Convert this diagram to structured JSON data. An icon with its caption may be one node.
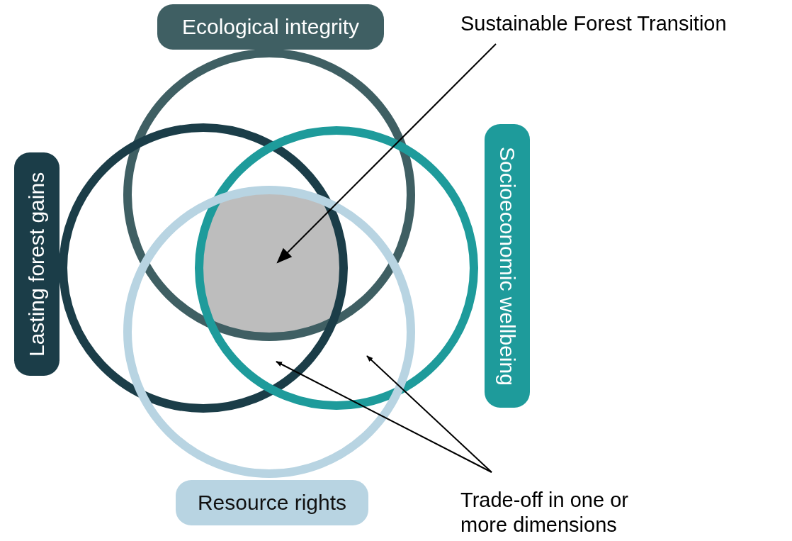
{
  "diagram": {
    "nodes": [
      {
        "text": [
          "Ecological integrity"
        ]
      },
      {
        "text": [
          "Lasting forest gains"
        ]
      },
      {
        "text": [
          "Socioeconomic wellbeing"
        ]
      },
      {
        "text": [
          "Resource rights"
        ]
      },
      {
        "text": [
          "Sustainable Forest Transition"
        ]
      },
      {
        "text": [],
        "shape": "box"
      },
      {
        "text": [
          "Trade-off in one or more dimensions"
        ]
      }
    ],
    "edges": [
      {
        "from": 4,
        "to": 5,
        "arrow": "to"
      },
      {
        "from": 6,
        "to": null,
        "arrow": "to"
      },
      {
        "from": 6,
        "to": null,
        "arrow": "to"
      }
    ]
  }
}
